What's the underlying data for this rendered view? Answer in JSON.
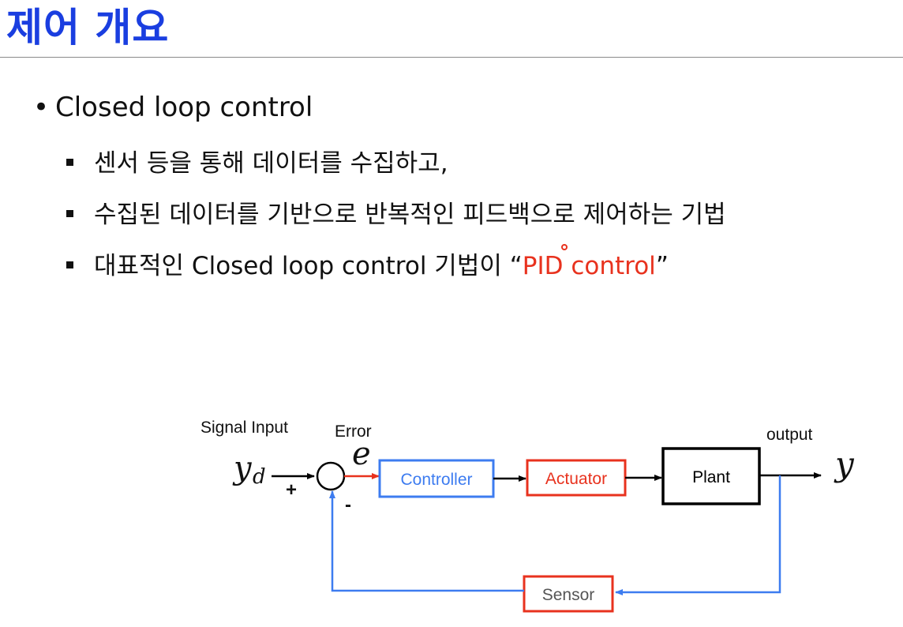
{
  "slide": {
    "title": "제어 개요",
    "bullet": "Closed loop control",
    "subbullets": [
      "센서 등을 통해 데이터를 수집하고,",
      "수집된 데이터를 기반으로 반복적인 피드백으로 제어하는 기법"
    ],
    "last_prefix": "대표적인 Closed loop control 기법이 ",
    "last_quote_open": "“",
    "last_highlight": "PID control",
    "last_quote_close": "”"
  },
  "diagram": {
    "signal_input_label": "Signal Input",
    "error_label": "Error",
    "output_label": "output",
    "yd_main": "y",
    "yd_sub": "d",
    "e_symbol": "e",
    "y_symbol": "y",
    "plus_sign": "+",
    "minus_sign": "-",
    "blocks": {
      "controller": "Controller",
      "actuator": "Actuator",
      "plant": "Plant",
      "sensor": "Sensor"
    },
    "colors": {
      "blue": "#3d7cf0",
      "red": "#e8321e",
      "black": "#000000"
    }
  }
}
